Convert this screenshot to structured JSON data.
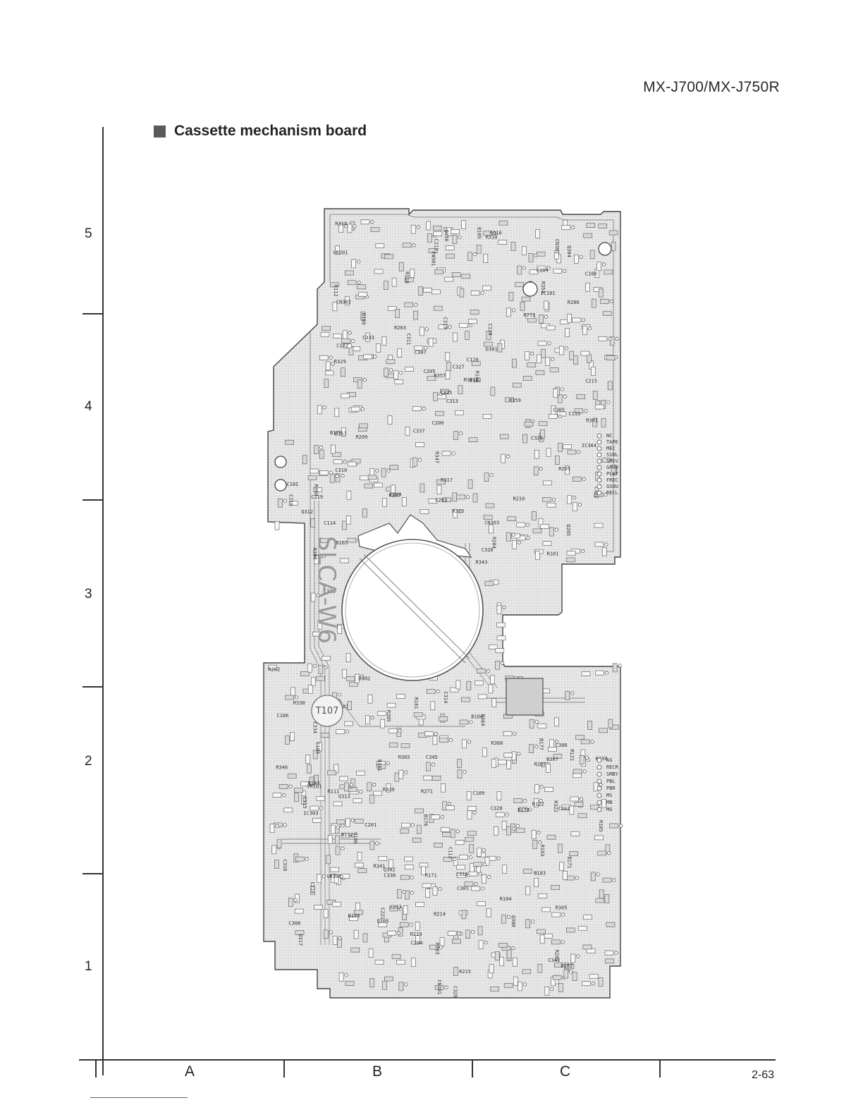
{
  "header": {
    "model": "MX-J700/MX-J750R",
    "section_title": "Cassette mechanism board"
  },
  "grid": {
    "rows": [
      "5",
      "4",
      "3",
      "2",
      "1"
    ],
    "columns": [
      "A",
      "B",
      "C"
    ]
  },
  "board": {
    "silkscreen": "SLCA-W6",
    "transformer": "T107",
    "components": [
      "VR201",
      "R202",
      "C202",
      "C102",
      "R122",
      "R323",
      "C305",
      "B182",
      "R322",
      "C317",
      "B183",
      "C345",
      "CN302",
      "B158",
      "B159",
      "R203",
      "R103",
      "C332",
      "C333",
      "C334",
      "R341",
      "C114",
      "C115",
      "VR101",
      "C325",
      "C319",
      "C316",
      "C318",
      "R329",
      "C311",
      "R310",
      "C313",
      "R318",
      "C314",
      "Q304",
      "C315",
      "C327",
      "C328",
      "R305",
      "C329",
      "C330",
      "IC303",
      "C320",
      "C326",
      "R330",
      "R347",
      "C338",
      "R346",
      "IC304",
      "B156",
      "B157",
      "R343",
      "VR301",
      "R316",
      "R317",
      "C343",
      "CN303",
      "Q302",
      "R339",
      "C308",
      "C310",
      "B307",
      "C337",
      "Q308",
      "R365",
      "R354",
      "R368",
      "R363",
      "R364",
      "R357",
      "FW301",
      "R318",
      "R367",
      "Q317",
      "D301",
      "D302",
      "R385",
      "B161",
      "B162",
      "B163",
      "B165",
      "B164",
      "B189",
      "C306",
      "R304",
      "R111",
      "R118",
      "B106",
      "C219",
      "C307",
      "B104",
      "C205",
      "R219",
      "B105",
      "R171",
      "C213",
      "R215",
      "C221",
      "R341",
      "C301",
      "R101",
      "C110",
      "C112",
      "R112",
      "IC102",
      "C212",
      "R214",
      "R121",
      "R271",
      "C207",
      "R210",
      "C216",
      "C215",
      "C210",
      "R213",
      "R360",
      "R359",
      "R361",
      "C103",
      "C104",
      "R105",
      "R181",
      "R104",
      "C201",
      "C203",
      "C204",
      "R205",
      "B177",
      "R204",
      "R201",
      "R207",
      "R206",
      "C200",
      "C209",
      "R209",
      "B112",
      "B179",
      "R106",
      "C108",
      "C109",
      "C106",
      "C120",
      "B170",
      "B171",
      "B176",
      "CN301",
      "CN101",
      "IC101",
      "Q313",
      "Q312",
      "Q205",
      "Q105"
    ],
    "cn_labels": [
      "NC",
      "TAPE",
      "MEC",
      "SSOL",
      "SMSV",
      "GPHO",
      "PLAY",
      "FREC",
      "GSOU",
      "RECL",
      "AG",
      "RECR",
      "SMBY",
      "PBL",
      "PBR",
      "MS",
      "MB",
      "MG"
    ]
  },
  "footer": {
    "page_number": "2-63"
  }
}
